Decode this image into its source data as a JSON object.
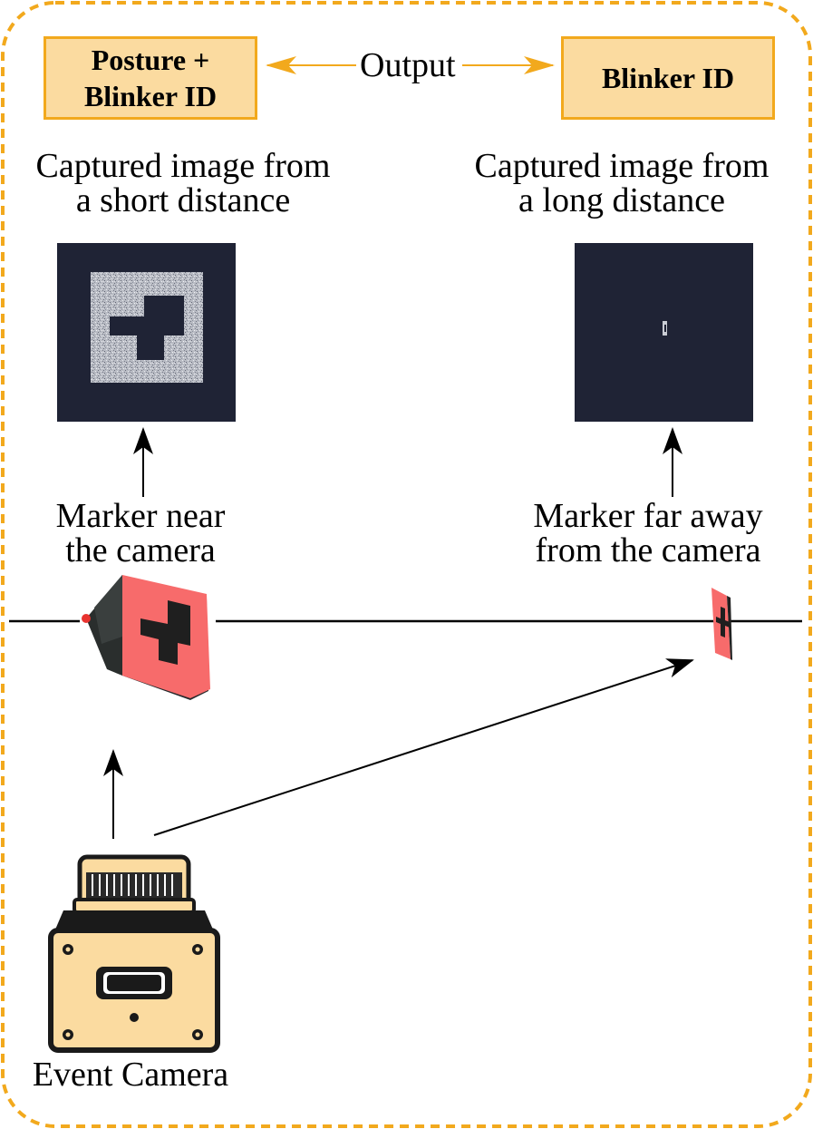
{
  "outputs": {
    "left_line1": "Posture +",
    "left_line2": "Blinker ID",
    "center": "Output",
    "right": "Blinker ID"
  },
  "captions": {
    "short_line1": "Captured image from",
    "short_line2": "a short distance",
    "long_line1": "Captured image from",
    "long_line2": "a long distance"
  },
  "markers": {
    "near_line1": "Marker near",
    "near_line2": "the camera",
    "far_line1": "Marker far away",
    "far_line2": "from the camera"
  },
  "camera": {
    "label": "Event Camera"
  },
  "colors": {
    "frame_border": "#f2a91d",
    "box_fill": "#fbdba0",
    "image_bg": "#1f2335",
    "marker_red": "#f76b6b",
    "camera_body": "#fbdba0"
  }
}
